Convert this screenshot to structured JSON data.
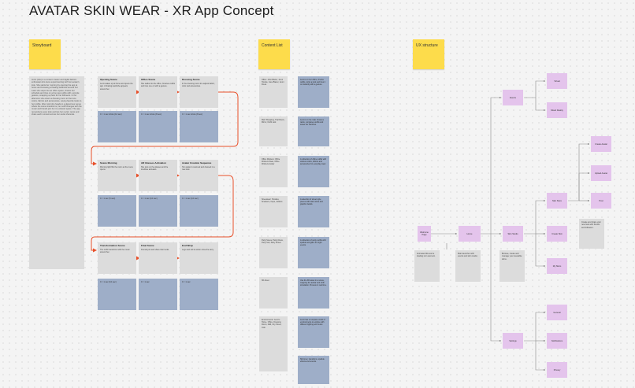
{
  "title": "AVATAR SKIN WEAR - XR App Concept",
  "storyboard": {
    "label": "Storyboard",
    "story_text": "Jenni (she) is a content creator and digital fashion enthusiast who loves experimenting with her avatar's look. She starts her morning by opening the app at home and browsing a floating wardrobe around her. Later she steps into an office space, checks her schedule and tries on a few new outfits with a simple gesture, snapping a photo for her followers. In the afternoon she enters a dressing room to fine tune colors, fabrics and accessories, saving favorite looks to her profile. After work she heads to a glamorous venue where the scene transforms, her outfit changes with the music and friends join her in a shared space. The app remembers every look and lets her revisit, remix and share each moment across her social channels.",
    "row1": [
      "Opening Scene",
      "Office Scene",
      "Dressing Scene"
    ],
    "row1_text": [
      "Jenni wakes up at home and opens the app. A floating wardrobe appears around her.",
      "She walks into the office, browses outfits and tries one on with a gesture.",
      "In the dressing room she adjusts fabric, color and accessories."
    ],
    "row1_blue": [
      "0 < 1 sec shots (12 sec)",
      "0 < 1 sec shots (8 sec)",
      "0 < 1 sec shots (8 sec)"
    ],
    "row2": [
      "Scene Morning",
      "AR Glasses Activation",
      "Avatar Creation Sequence"
    ],
    "row2_text": [
      "Morning light fills the room as the menu opens.",
      "She puts on the glasses and the interface activates.",
      "Her avatar is scanned and dressed in a new look."
    ],
    "row2_blue": [
      "0 < 1 sec (5 sec)",
      "0 < 1 sec (10 sec)",
      "0 < 1 sec (10 sec)"
    ],
    "row3": [
      "Transformation Scene",
      "Final Scene",
      "End Wrap"
    ],
    "row3_text": [
      "The outfit transforms with the music around her.",
      "Friends join and share their looks.",
      "Logo and call to action close the story."
    ],
    "row3_blue": [
      "0 < 1 sec (10 sec)",
      "0 < 1 sec",
      "0 < 1 sec"
    ]
  },
  "content_list": {
    "label": "Content List",
    "items": [
      {
        "gray": "Office: John Blazer, Jenni Hoodie, Jane Blazer, Jenni Dress",
        "blue": "Jenni is in her office, checks outfits, picks a look and tries it on instantly with a gesture."
      },
      {
        "gray": "Mall: Shopping, Trial Room, Mirror, Outfit rack",
        "blue": "Jenni is in the mall, browses racks, compares outfits and saves her favorites."
      },
      {
        "gray": "Office Workers: Office Workers Wear, Office Workers Avatar",
        "blue": "A collection of office outfits with various colors, fabrics and accessories for everyday wear."
      },
      {
        "gray": "Streetwear: Hoodies, Sneakers, Caps, Jackets",
        "blue": "A selection of street style pieces with bold colors and graphic details."
      },
      {
        "gray": "Party Scene: Party Dress, Party Suit, Party Shoes",
        "blue": "A collection of party outfits with sparkle and glam for night events."
      },
      {
        "gray": "3D Asset",
        "blue": "Use the 3D asset in a scene, mapping the avatar and cloth simulation. Preview in real time."
      },
      {
        "gray": "Environments: Jenni's Home, Office, Dressing Room, Mall, City Street, Club",
        "blue": "Jenni has a complete world of environments to explore with different lighting and music."
      },
      {
        "gray": "",
        "blue": "Shimmer, transitions, sparkle effects and sounds."
      }
    ]
  },
  "ux": {
    "label": "UX structure",
    "nodes": {
      "welcome": "Welcome Page",
      "home": "Home",
      "skin_studio": "Skin Studio",
      "events": "Events",
      "virtual": "Virtual",
      "mixed_reality": "Mixed Reality",
      "skin_store": "Skin Store",
      "create_skin": "Create Skin",
      "my_skins": "My Skins",
      "create_avatar": "Create Avatar",
      "upload_avatar": "Upload Avatar",
      "post": "Post",
      "settings": "Settings",
      "general": "General",
      "notifications": "Notifications",
      "privacy": "Privacy"
    },
    "notes": {
      "welcome": "Animated title and a loading icon element.",
      "home": "Main launcher with events and skin studio.",
      "skin_studio": "Browse, create and manage your wearable skins.",
      "post": "Create and share your new look with friends and followers."
    },
    "colors": {
      "purple": "#e4c4ec",
      "blue": "#9eaec8",
      "sticky": "#fddc4b",
      "arrow": "#e8502a"
    }
  }
}
